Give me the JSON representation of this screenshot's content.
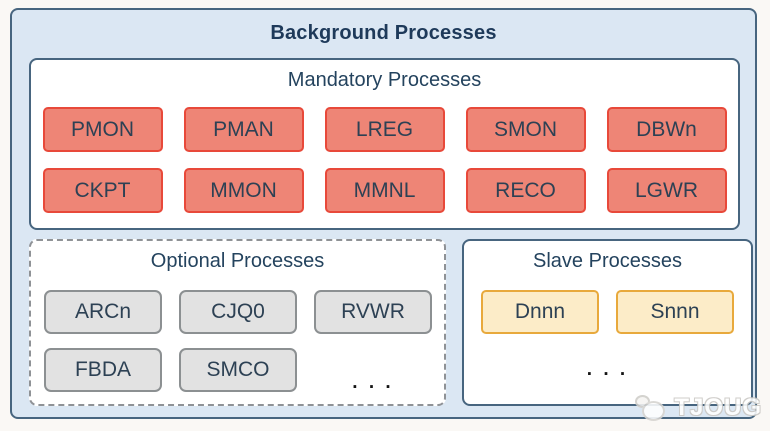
{
  "diagram": {
    "title": "Background Processes",
    "mandatory": {
      "title": "Mandatory Processes",
      "row1": [
        "PMON",
        "PMAN",
        "LREG",
        "SMON",
        "DBWn"
      ],
      "row2": [
        "CKPT",
        "MMON",
        "MMNL",
        "RECO",
        "LGWR"
      ]
    },
    "optional": {
      "title": "Optional Processes",
      "row1": [
        "ARCn",
        "CJQ0",
        "RVWR"
      ],
      "row2": [
        "FBDA",
        "SMCO"
      ],
      "ellipsis": ". . ."
    },
    "slave": {
      "title": "Slave Processes",
      "items": [
        "Dnnn",
        "Snnn"
      ],
      "ellipsis": ". . ."
    }
  },
  "colors": {
    "page_bg": "#faf8f5",
    "container_bg": "#dbe7f3",
    "container_border": "#47657f",
    "title_text": "#1e3a5a",
    "label_text": "#2d4154",
    "mandatory_box_bg": "#ee8576",
    "mandatory_box_border": "#e8493a",
    "optional_box_bg": "#e2e2e2",
    "optional_box_border": "#8c9092",
    "optional_outline": "#8f9296",
    "slave_box_bg": "#fcecc8",
    "slave_box_border": "#e8a93c"
  },
  "watermark": {
    "text": "TJOUG",
    "logo": "tjoug-logo"
  }
}
